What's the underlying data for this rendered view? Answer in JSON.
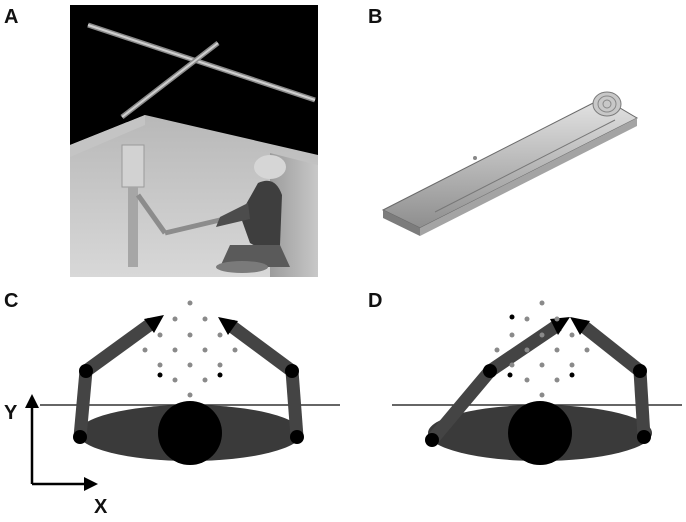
{
  "figure": {
    "panels": [
      {
        "label": "A"
      },
      {
        "label": "B"
      },
      {
        "label": "C"
      },
      {
        "label": "D"
      }
    ],
    "axes": {
      "y_label": "Y",
      "x_label": "X"
    }
  }
}
